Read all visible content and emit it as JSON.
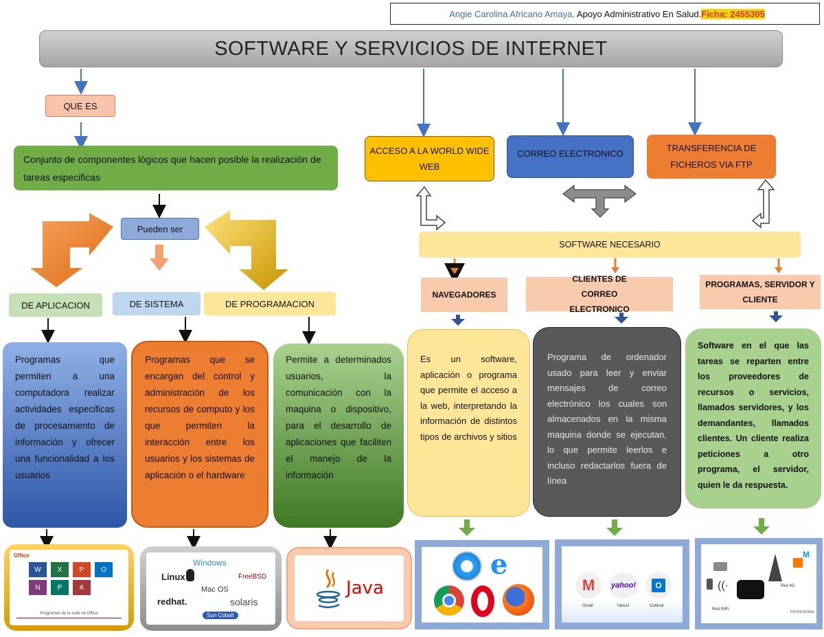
{
  "header": {
    "author": "Angie Carolina Africano Amaya",
    "role": ". Apoyo Administrativo En Salud. ",
    "ficha": "Ficha: 2455305"
  },
  "title": "SOFTWARE Y SERVICIOS DE INTERNET",
  "left": {
    "que_es": "QUE ES",
    "definition": "Conjunto de componentes lógicos que hacen posible la realización de tareas especificas",
    "pueden_ser": "Pueden ser",
    "types": [
      {
        "label": "DE APLICACION",
        "desc": "Programas que permiten a una computadora realizar actividades especificas de procesamiento de información y ofrecer una funcionalidad a los usuarios"
      },
      {
        "label": "DE SISTEMA",
        "desc": "Programas que se encargan del control y administración de los recursos de computo y los que permiten la interacción entre los usuarios y los sistemas de aplicación o el hardware"
      },
      {
        "label": "DE PROGRAMACION",
        "desc": "Permite a determinados usuarios, la comunicación con la maquina o dispositivo, para el desarrollo de aplicaciones que faciliten el manejo de la información"
      }
    ]
  },
  "right": {
    "services": [
      "ACCESO A LA WORLD WIDE WEB",
      "CORREO ELECTRONICO",
      "TRANSFERENCIA DE FICHEROS VIA FTP"
    ],
    "software_necesario": "SOFTWARE NECESARIO",
    "cats": [
      {
        "label": "NAVEGADORES",
        "desc": "Es un software, aplicación o programa que permite el acceso a la web, interpretando la información de distintos tipos de archivos y sitios"
      },
      {
        "label": "CLIENTES DE CORREO ELECTRONICO",
        "desc": "Programa de ordenador usado para leer y enviar mensajes de correo electrónico los cuales son almacenados en la misma maquina donde se ejecutan, lo que permite leerlos e incluso redactarlos fuera de línea"
      },
      {
        "label": "PROGRAMAS, SERVIDOR Y CLIENTE",
        "desc": "Software en el que las tareas se reparten entre los proveedores de recursos o servicios, llamados servidores, y los demandantes, llamados clientes. Un cliente realiza peticiones a otro programa, el servidor, quien le da respuesta."
      }
    ]
  },
  "images": {
    "office": {
      "brand": "Office",
      "caption": "Programas de la suite de Office",
      "apps": [
        "Word",
        "Excel",
        "PowerPoint",
        "Outlook",
        "OneNote",
        "Publisher",
        "Access"
      ]
    },
    "os": {
      "names": [
        "Windows",
        "Linux",
        "Mac OS",
        "FreeBSD",
        "redhat.",
        "solaris",
        "Sun Cobalt"
      ]
    },
    "java": {
      "name": "Java"
    },
    "mail": {
      "labels": [
        "yahoo!",
        "Gmail",
        "Yahoo!",
        "Outlook"
      ]
    },
    "network": {
      "labels": [
        "Red 4G",
        "Red WiFi",
        "PROFESIONAL"
      ]
    }
  },
  "colors": {
    "green": "#70ad47",
    "blue": "#4472c4",
    "orange": "#ed7d31",
    "yellow": "#ffc000",
    "gray": "#595959",
    "salmon": "#f4b183",
    "lightyellow": "#ffe699"
  }
}
